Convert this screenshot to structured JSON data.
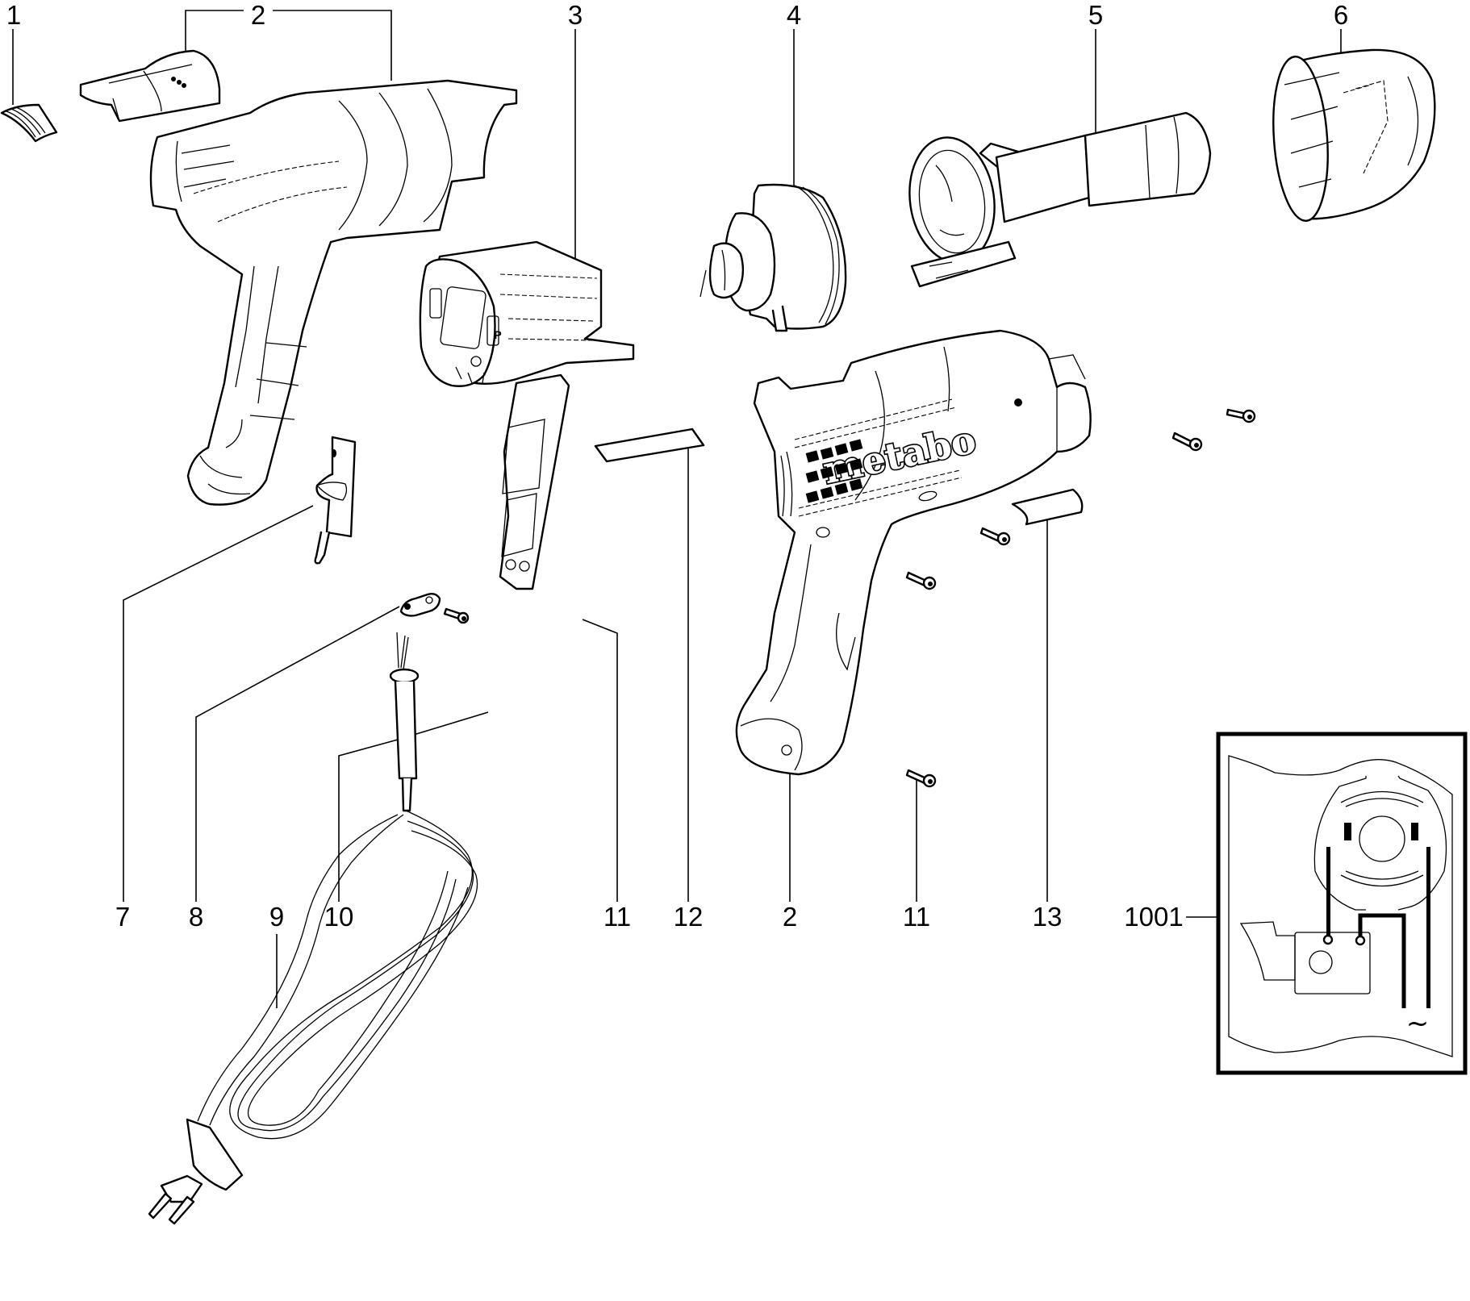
{
  "diagram": {
    "type": "exploded-parts-diagram",
    "brand_logo": "metabo",
    "colors": {
      "line": "#000000",
      "background": "#ffffff"
    }
  },
  "labels": {
    "top": [
      "1",
      "2",
      "3",
      "4",
      "5",
      "6"
    ],
    "bottom": [
      "7",
      "8",
      "9",
      "10",
      "11",
      "12",
      "2",
      "11",
      "13",
      "1001"
    ]
  },
  "wiring_inset": {
    "ac_symbol": "~"
  }
}
